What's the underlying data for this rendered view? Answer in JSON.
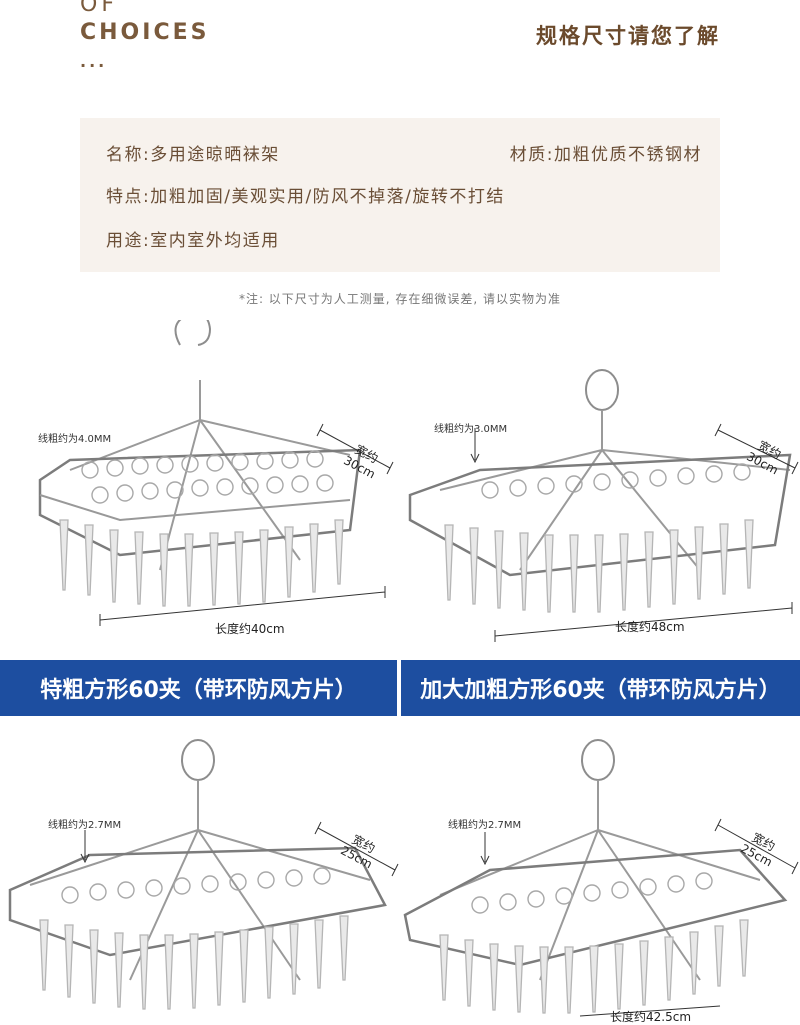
{
  "header": {
    "of": "OF",
    "choices": "CHOICES",
    "dots": "...",
    "title_cn": "规格尺寸请您了解"
  },
  "specs": {
    "name": "名称:多用途晾晒袜架",
    "material": "材质:加粗优质不锈钢材",
    "features": "特点:加粗加固/美观实用/防风不掉落/旋转不打结",
    "usage": "用途:室内室外均适用"
  },
  "note": "*注: 以下尺寸为人工测量, 存在细微误差, 请以实物为准",
  "products": [
    {
      "wire": "线粗约为4.0MM",
      "width_word": "宽约",
      "width_value": "30cm",
      "length": "长度约40cm",
      "banner": "特粗方形60夹（带环防风方片）"
    },
    {
      "wire": "线粗约为3.0MM",
      "width_word": "宽约",
      "width_value": "30cm",
      "length": "长度约48cm",
      "banner": "加大加粗方形60夹（带环防风方片）"
    },
    {
      "wire": "线粗约为2.7MM",
      "width_word": "宽约",
      "width_value": "25cm"
    },
    {
      "wire": "线粗约为2.7MM",
      "width_word": "宽约",
      "width_value": "25cm",
      "length": "长度约42.5cm"
    }
  ],
  "colors": {
    "brown": "#7a5a3c",
    "spec_bg": "#f7f2ed",
    "banner_blue": "#1d4ea0"
  }
}
